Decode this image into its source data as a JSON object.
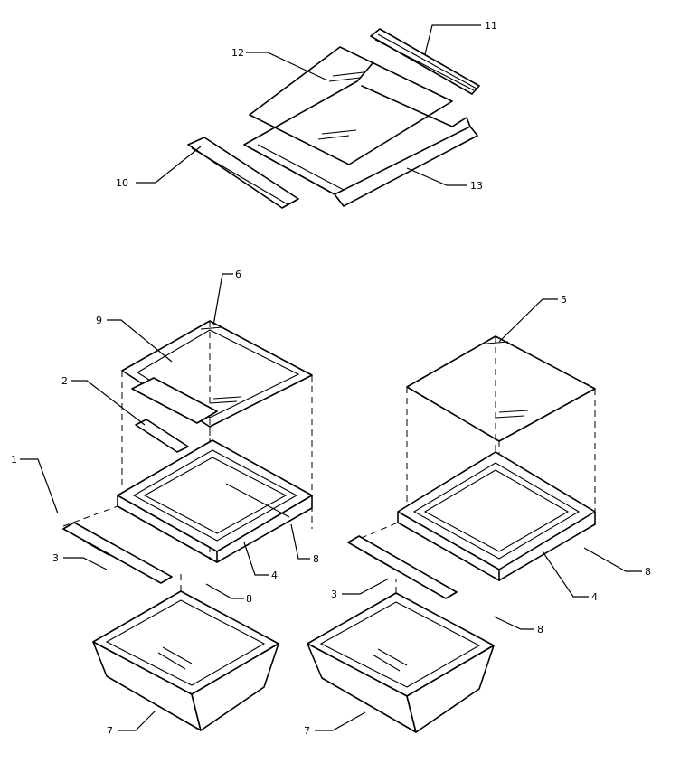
{
  "callouts": [
    {
      "id": "c1",
      "label": "1"
    },
    {
      "id": "c2",
      "label": "2"
    },
    {
      "id": "c3a",
      "label": "3"
    },
    {
      "id": "c3b",
      "label": "3"
    },
    {
      "id": "c4a",
      "label": "4"
    },
    {
      "id": "c4b",
      "label": "4"
    },
    {
      "id": "c5",
      "label": "5"
    },
    {
      "id": "c6",
      "label": "6"
    },
    {
      "id": "c7a",
      "label": "7"
    },
    {
      "id": "c7b",
      "label": "7"
    },
    {
      "id": "c8a",
      "label": "8"
    },
    {
      "id": "c8b",
      "label": "8"
    },
    {
      "id": "c8c",
      "label": "8"
    },
    {
      "id": "c8d",
      "label": "8"
    },
    {
      "id": "c9",
      "label": "9"
    },
    {
      "id": "c10",
      "label": "10"
    },
    {
      "id": "c11",
      "label": "11"
    },
    {
      "id": "c12",
      "label": "12"
    },
    {
      "id": "c13",
      "label": "13"
    }
  ]
}
